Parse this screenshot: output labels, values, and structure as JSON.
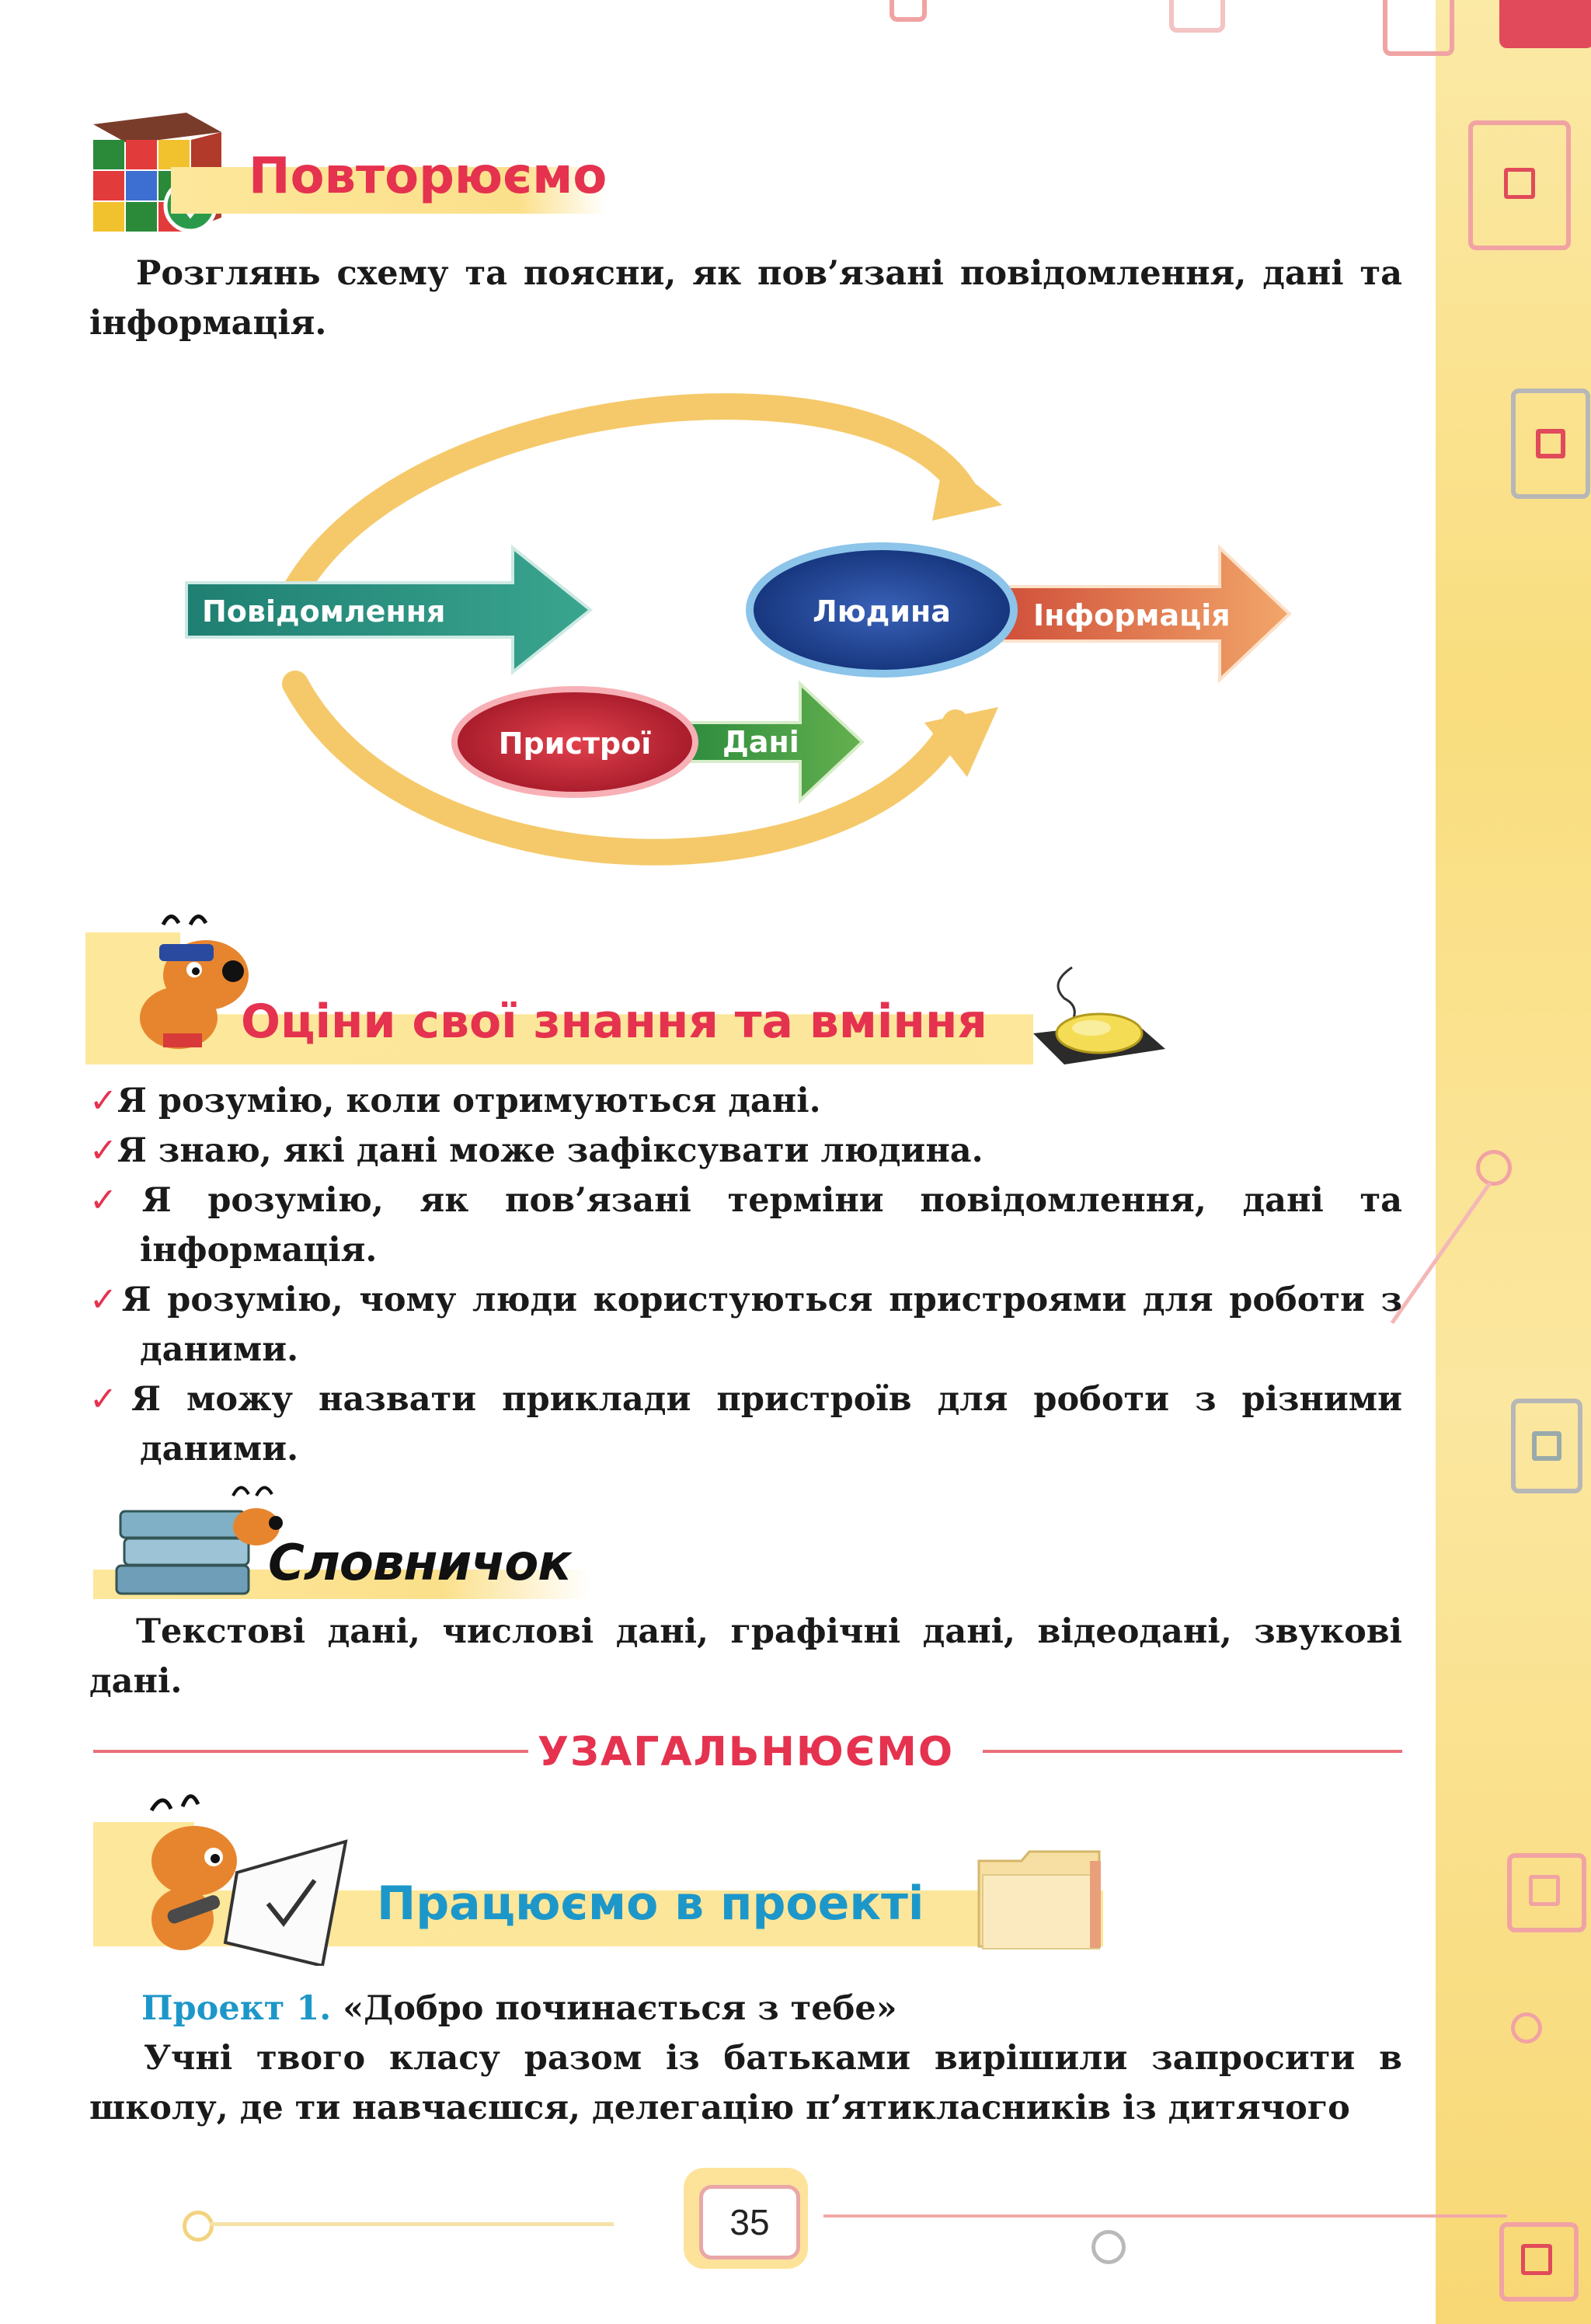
{
  "repeat": {
    "title": "Повторюємо",
    "text": "Розглянь схему та поясни, як пов’язані повідомлення, дані та інформація."
  },
  "diagram": {
    "messages": "Повідомлення",
    "devices": "Пристрої",
    "data": "Дані",
    "person": "Людина",
    "information": "Інформація"
  },
  "assess": {
    "title": "Оціни свої знання та вміння",
    "items": [
      "Я розумію, коли отримуються дані.",
      "Я знаю, які дані може зафіксувати людина.",
      "Я розумію, як пов’язані терміни повідомлення, дані та інформація.",
      "Я розумію, чому люди користуються пристроями для роботи з даними.",
      "Я можу назвати приклади пристроїв для роботи з різними даними."
    ]
  },
  "glossary": {
    "title": "Словничок",
    "text": "Текстові дані, числові дані, графічні дані, відеодані, звукові дані."
  },
  "summary": {
    "title": "УЗАГАЛЬНЮЄМО"
  },
  "project": {
    "title": "Працюємо в проекті",
    "label": "Проект 1.",
    "name": "«Добро починається з тебе»",
    "text": "Учні твого класу разом із батьками вирішили запросити в школу, де ти навчаєшся, делегацію п’ятикласників із дитячого"
  },
  "page": {
    "number": "35"
  }
}
